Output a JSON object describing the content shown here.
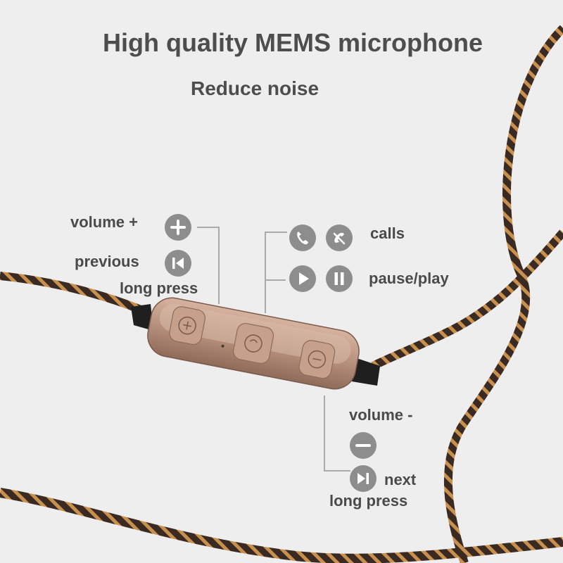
{
  "heading": {
    "title": "High quality MEMS microphone",
    "subtitle": "Reduce noise"
  },
  "labels": {
    "volume_plus": "volume +",
    "previous": "previous",
    "long_press_left": "long press",
    "calls": "calls",
    "pause_play": "pause/play",
    "volume_minus": "volume -",
    "next": "next",
    "long_press_right": "long press"
  },
  "icons": [
    "plus-icon",
    "skip-previous-icon",
    "phone-answer-icon",
    "phone-hangup-icon",
    "play-icon",
    "pause-icon",
    "minus-icon",
    "skip-next-icon"
  ],
  "colors": {
    "background": "#efeeee",
    "text": "#4a4a4a",
    "icon_circle": "#8d8d8d",
    "remote_body": "#b8917e",
    "cable_gold": "#c8904e",
    "cable_dark": "#3a2a22"
  }
}
